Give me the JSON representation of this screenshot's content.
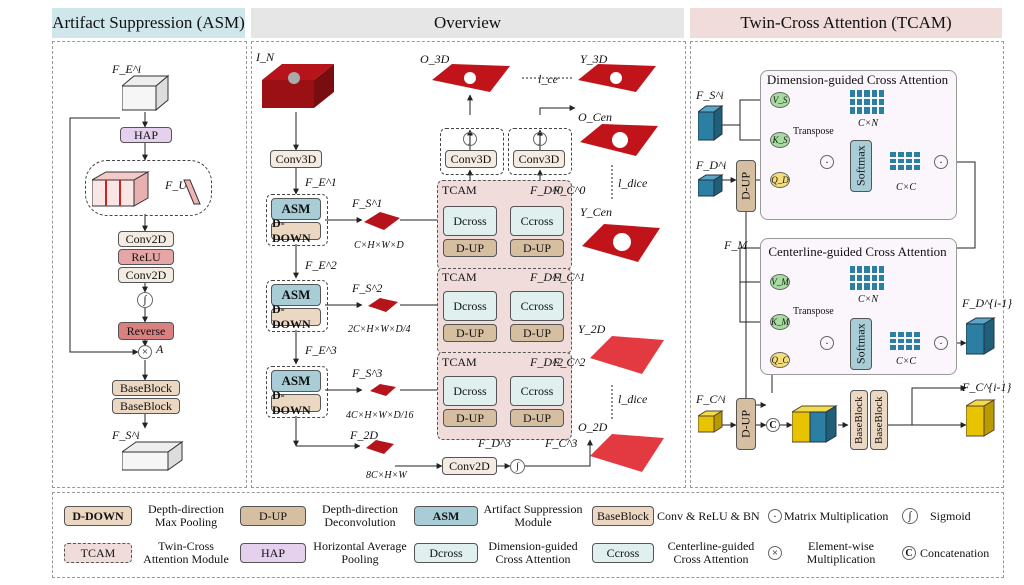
{
  "headers": {
    "asm": "Artifact Suppression (ASM)",
    "overview": "Overview",
    "tcam": "Twin-Cross Attention (TCAM)"
  },
  "asm_panel": {
    "input": "F_E^i",
    "hap": "HAP",
    "fu": "F_U",
    "conv1": "Conv2D",
    "relu": "ReLU",
    "conv2": "Conv2D",
    "reverse": "Reverse",
    "a": "A",
    "base1": "BaseBlock",
    "base2": "BaseBlock",
    "output": "F_S^i"
  },
  "overview": {
    "in": "I_N",
    "conv3d": "Conv3D",
    "fe1": "F_E^1",
    "fe2": "F_E^2",
    "fe3": "F_E^3",
    "asm": "ASM",
    "ddown": "D-DOWN",
    "fs1": "F_S^1",
    "fs2": "F_S^2",
    "fs3": "F_S^3",
    "dim1": "C×H×W×D",
    "dim2": "2C×H×W×D/4",
    "dim3": "4C×H×W×D/16",
    "f2d": "F_2D",
    "dim4": "8C×H×W",
    "conv2d": "Conv2D",
    "tcam": "TCAM",
    "dcross": "Dcross",
    "ccross": "Ccross",
    "dup": "D-UP",
    "fd0": "F_D^0",
    "fc0": "F_C^0",
    "fd1": "F_D^1",
    "fc1": "F_C^1",
    "fd2": "F_D^2",
    "fc2": "F_C^2",
    "fd3": "F_D^3",
    "fc3": "F_C^3",
    "conv3d_a": "Conv3D",
    "conv3d_b": "Conv3D",
    "o3d": "O_3D",
    "y3d": "Y_3D",
    "lce": "l_ce",
    "ocen": "O_Cen",
    "ycen": "Y_Cen",
    "ldice1": "l_dice",
    "y2d": "Y_2D",
    "o2d": "O_2D",
    "ldice2": "l_dice"
  },
  "tcam_panel": {
    "fs": "F_S^i",
    "fd": "F_D^i",
    "fc": "F_C^i",
    "fm": "F_M",
    "dim_title": "Dimension-guided Cross Attention",
    "cen_title": "Centerline-guided Cross Attention",
    "vs": "V_S",
    "ks": "K_S",
    "qd": "Q_D",
    "vm": "V_M",
    "km": "K_M",
    "qc": "Q_C",
    "transpose1": "Transpose",
    "transpose2": "Transpose",
    "softmax1": "Softmax",
    "softmax2": "Softmax",
    "cxn1": "C×N",
    "cxc1": "C×C",
    "cxn2": "C×N",
    "cxc2": "C×C",
    "dup1": "D-UP",
    "dup2": "D-UP",
    "base1": "BaseBlock",
    "base2": "BaseBlock",
    "fd_out": "F_D^{i-1}",
    "fc_out": "F_C^{i-1}"
  },
  "legend": {
    "ddown_box": "D-DOWN",
    "ddown_desc": "Depth-direction Max Pooling",
    "dup_box": "D-UP",
    "dup_desc": "Depth-direction Deconvolution",
    "asm_box": "ASM",
    "asm_desc": "Artifact Suppression Module",
    "base_box": "BaseBlock",
    "base_desc": "Conv & ReLU & BN",
    "matmul_desc": "Matrix Multiplication",
    "sigmoid_desc": "Sigmoid",
    "tcam_box": "TCAM",
    "tcam_desc": "Twin-Cross Attention Module",
    "hap_box": "HAP",
    "hap_desc": "Horizontal Average Pooling",
    "dcross_box": "Dcross",
    "dcross_desc": "Dimension-guided Cross Attention",
    "ccross_box": "Ccross",
    "ccross_desc": "Centerline-guided Cross Attention",
    "elem_desc": "Element-wise Multiplication",
    "concat_desc": "Concatenation"
  },
  "colors": {
    "asm": "#a9cdd6",
    "ddown": "#ecd7c2",
    "dup": "#d6bea0",
    "tcam": "#f1dcdc",
    "hap": "#e5d0ee",
    "cross": "#dff0ee",
    "vessel": "#c0141a",
    "cube_blue": "#2b7fa3",
    "cube_yellow": "#e8c400"
  }
}
